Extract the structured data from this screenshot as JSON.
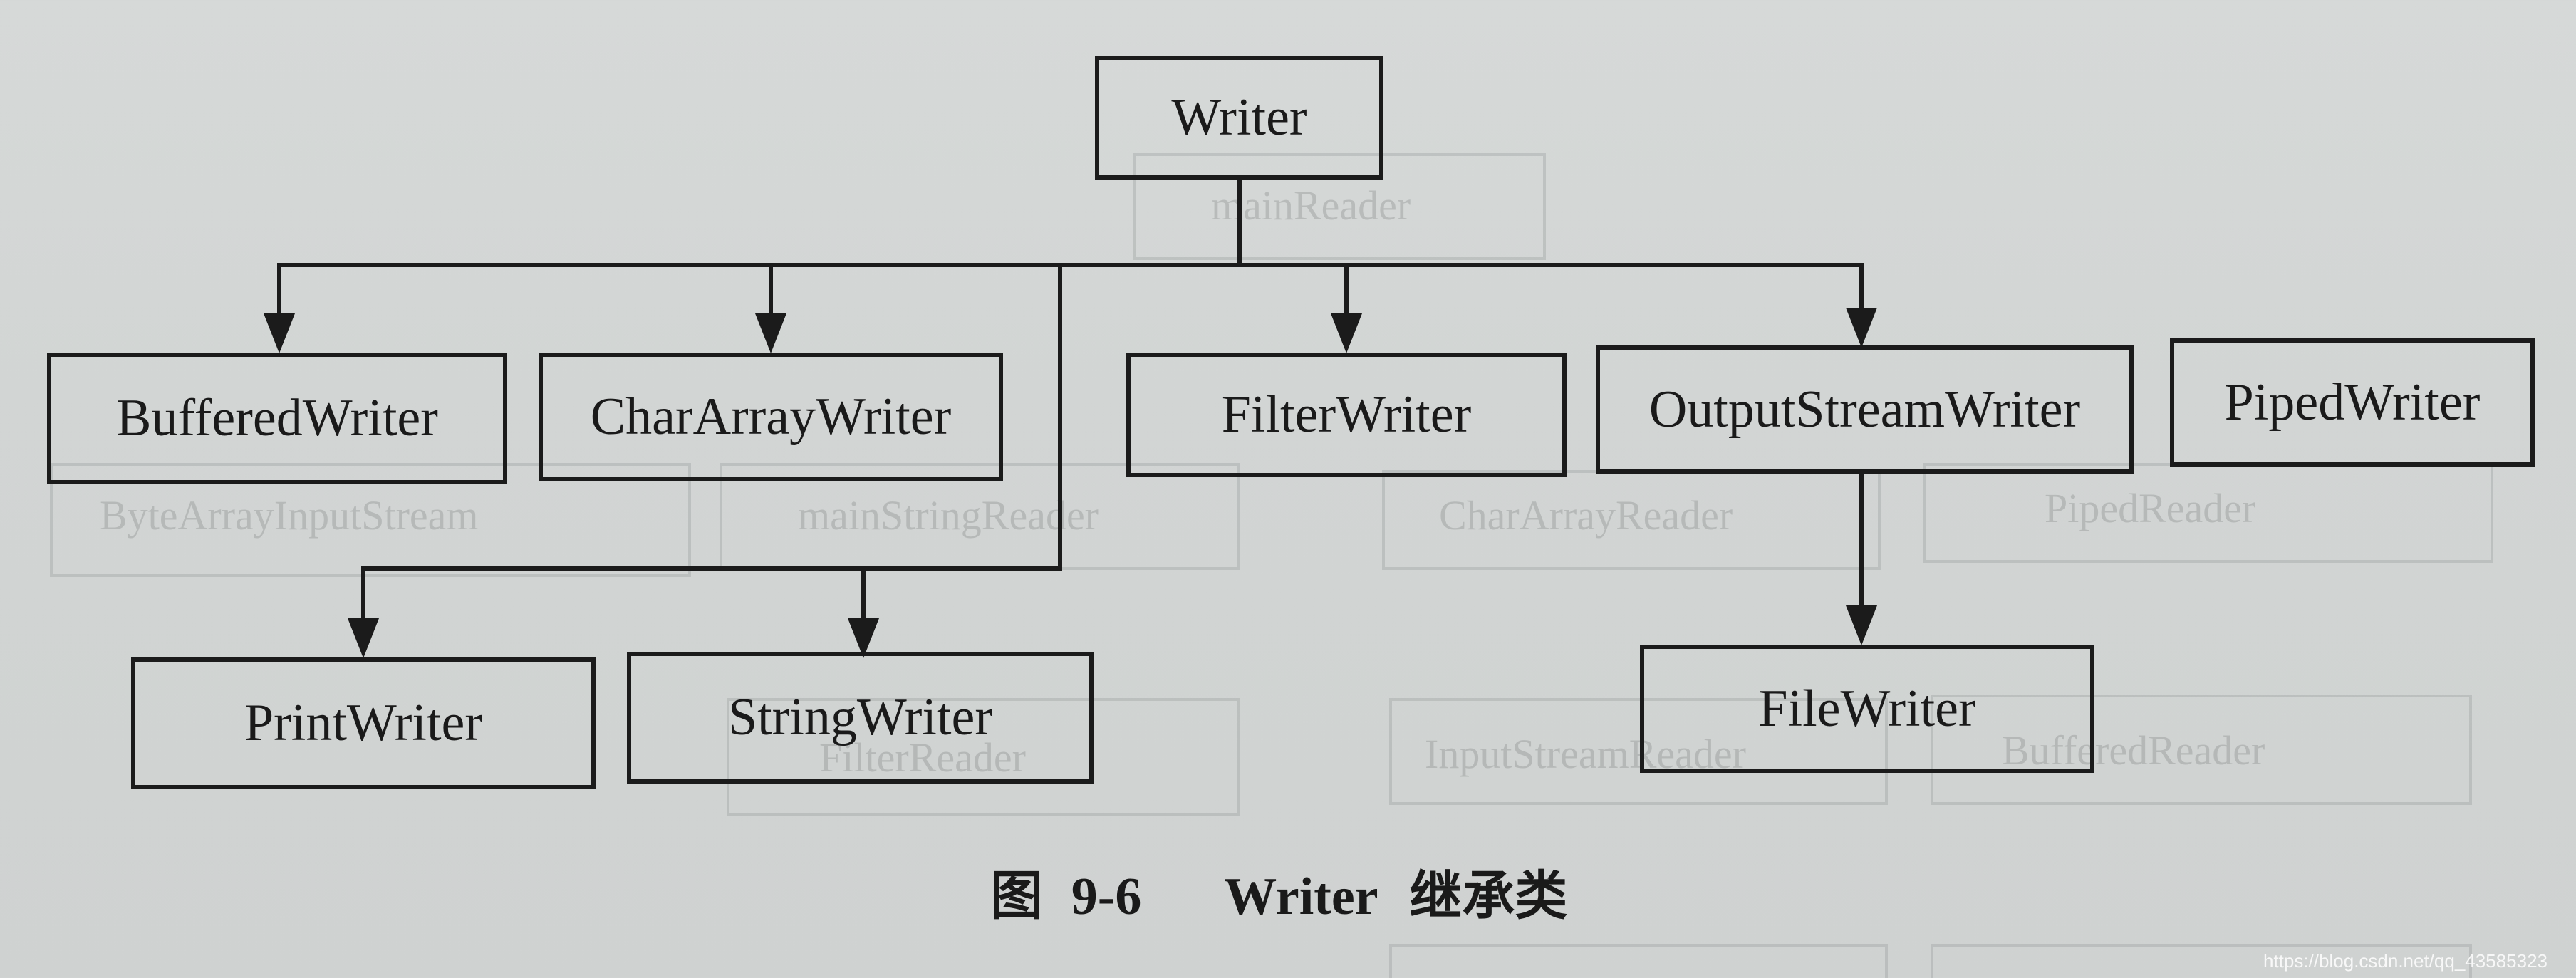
{
  "diagram": {
    "nodes": {
      "writer": "Writer",
      "buffered_writer": "BufferedWriter",
      "char_array_writer": "CharArrayWriter",
      "filter_writer": "FilterWriter",
      "output_stream_writer": "OutputStreamWriter",
      "piped_writer": "PipedWriter",
      "print_writer": "PrintWriter",
      "string_writer": "StringWriter",
      "file_writer": "FileWriter"
    },
    "edges": [
      {
        "from": "Writer",
        "to": "BufferedWriter"
      },
      {
        "from": "Writer",
        "to": "CharArrayWriter"
      },
      {
        "from": "Writer",
        "to": "FilterWriter"
      },
      {
        "from": "Writer",
        "to": "OutputStreamWriter"
      },
      {
        "from": "Writer",
        "to": "PrintWriter"
      },
      {
        "from": "Writer",
        "to": "StringWriter"
      },
      {
        "from": "OutputStreamWriter",
        "to": "FileWriter"
      }
    ]
  },
  "caption": {
    "prefix": "图",
    "number": "9-6",
    "title": "Writer",
    "suffix": "继承类"
  },
  "watermark": "https://blog.csdn.net/qq_43585323"
}
